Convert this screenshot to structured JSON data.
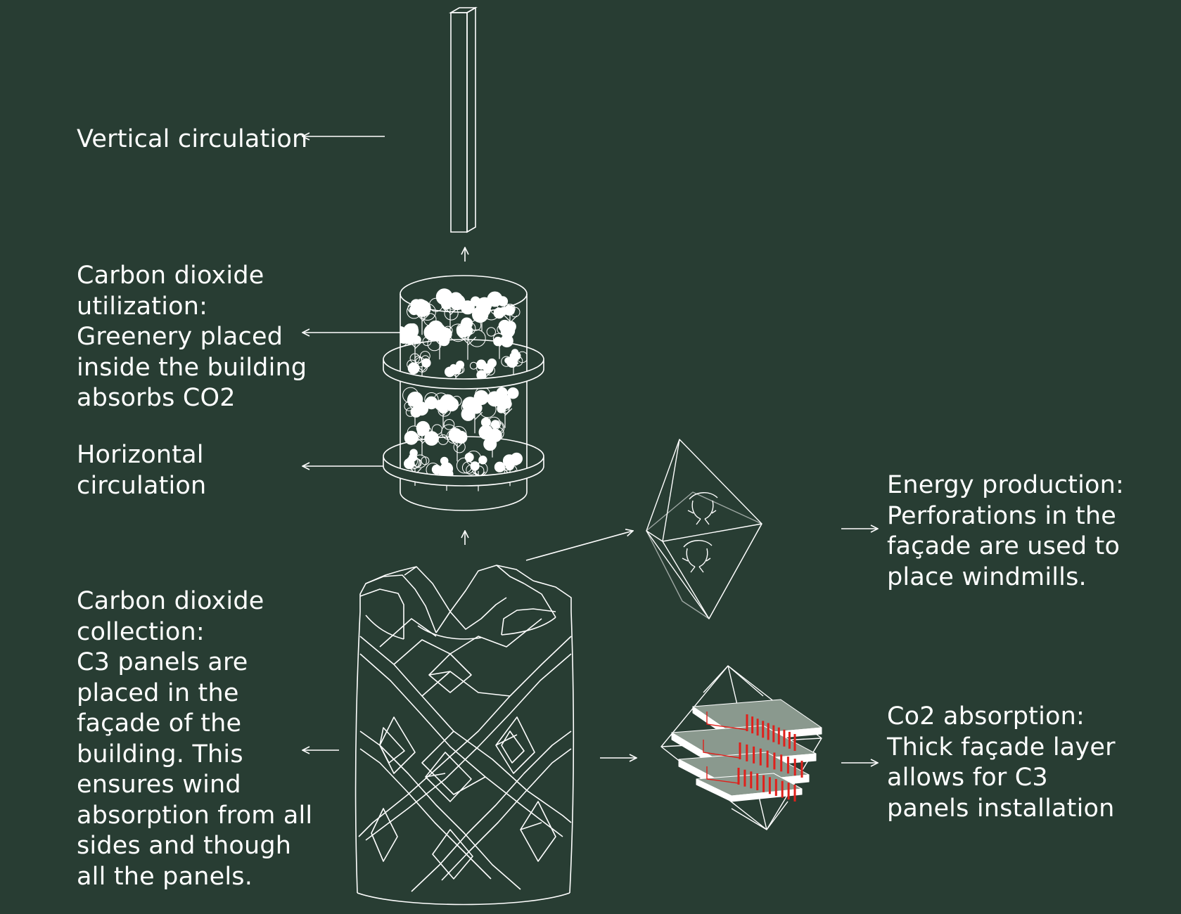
{
  "colors": {
    "background": "#283d33",
    "line": "#ffffff",
    "accent_red": "#e0201b",
    "panel_gray": "#8a998e"
  },
  "labels": {
    "vertical_circulation": [
      "Vertical circulation"
    ],
    "co2_utilization": [
      "Carbon dioxide",
      "utilization:",
      "Greenery placed",
      "inside the building",
      "absorbs CO2"
    ],
    "horizontal_circulation": [
      "Horizontal",
      "circulation"
    ],
    "co2_collection": [
      "Carbon dioxide",
      "collection:",
      "C3 panels are",
      "placed in the",
      "façade of the",
      "building. This",
      "ensures wind",
      "absorption from all",
      "sides and though",
      "all the panels."
    ],
    "energy_production": [
      "Energy production:",
      "Perforations in the",
      "façade are used to",
      "place windmills."
    ],
    "co2_absorption": [
      "Co2 absorption:",
      "Thick façade layer",
      "allows for C3",
      "panels installation"
    ]
  },
  "icons": [
    "arrow-left-icon",
    "arrow-right-icon",
    "arrow-up-icon",
    "tree-icon",
    "windmill-icon"
  ]
}
